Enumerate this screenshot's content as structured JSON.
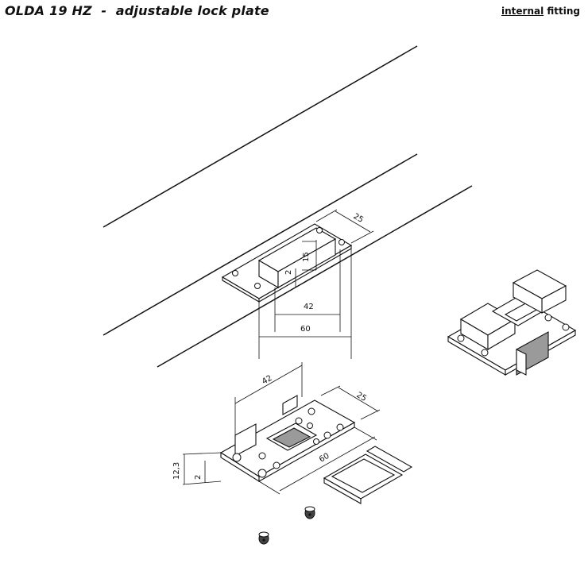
{
  "header": {
    "title": "OLDA 19 HZ  -  adjustable lock plate",
    "fitting_emph": "internal",
    "fitting_rest": " fitting"
  },
  "dimensions": {
    "top_width": "25",
    "top_height": "15",
    "top_depth": "2",
    "top_inner": "42",
    "top_outer": "60",
    "plate_inner": "42",
    "plate_width": "25",
    "plate_height": "12,3",
    "plate_thick": "2",
    "plate_length": "60"
  }
}
